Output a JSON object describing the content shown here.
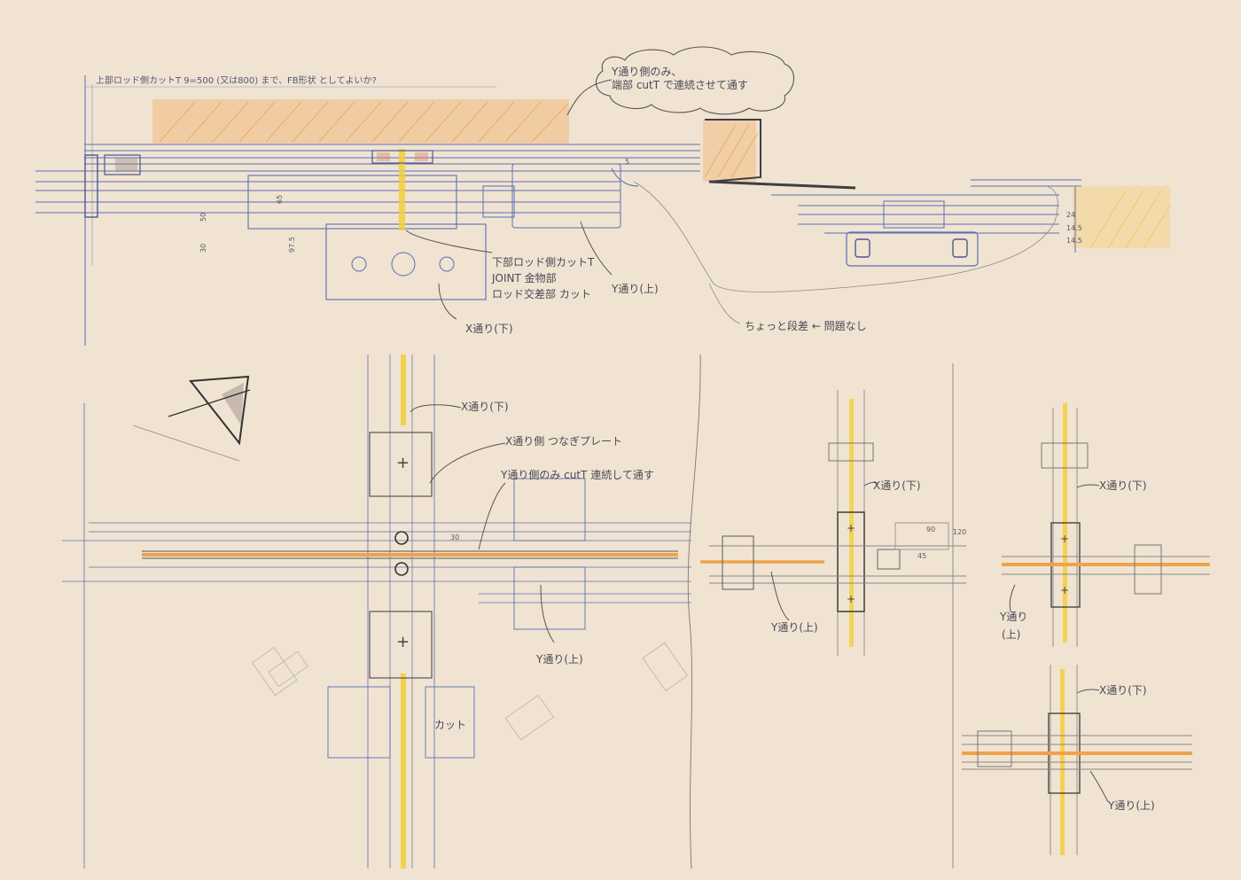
{
  "header_note": "上部ロッド側カットT 9=500 (又は800) まで、FB形状 としてよいか?",
  "cloud_note": {
    "line1": "Y通り側のみ、",
    "line2": "端部 cutT で連続させて通す"
  },
  "section_notes": {
    "lower_rod_cut": "下部ロッド側カットT",
    "joint_hardware": "JOINT 金物部",
    "rod_crossing": "ロッド交差部 カット",
    "y_upper": "Y通り(上)",
    "x_lower": "X通り(下)",
    "step_issue": "ちょっと段差 ← 問題なし"
  },
  "plan_notes": {
    "x_lower": "X通り(下)",
    "x_side_plate": "X通り側 つなぎプレート",
    "y_side_cut_t": "Y通り側のみ cutT 連続して通す",
    "y_upper": "Y通り(上)",
    "cut": "カット"
  },
  "detail_notes": {
    "mid_x_lower": "X通り(下)",
    "mid_y_upper": "Y通り(上)",
    "right_x_lower": "X通り(下)",
    "right_y_upper_a": "Y通り",
    "right_y_upper_b": "(上)",
    "lower_x_lower": "X通り(下)",
    "lower_y_upper": "Y通り(上)"
  },
  "dimensions": {
    "d65": "65",
    "d975": "97.5",
    "d30": "30",
    "d50": "50",
    "d24": "24",
    "d145a": "14.5",
    "d145b": "14.5",
    "d5": "5",
    "d30b": "30",
    "d45": "45",
    "d90": "90",
    "d120": "120"
  },
  "colors": {
    "paper": "#f0e3d2",
    "blue_pencil": "#5a6fb4",
    "graphite": "#6f6f73",
    "orange": "#f0a24a",
    "yellow": "#f2cf3a"
  }
}
